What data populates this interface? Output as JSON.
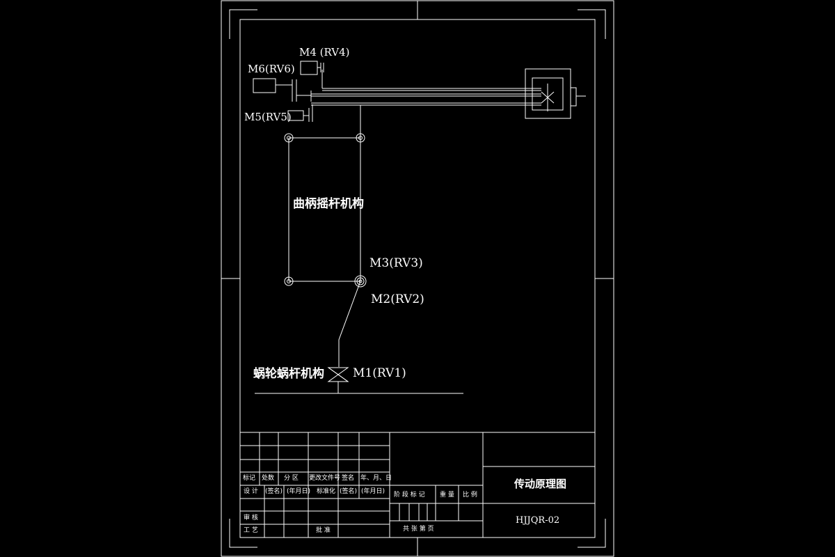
{
  "labels": {
    "m4": "M4 (RV4)",
    "m6": "M6(RV6)",
    "m5": "M5(RV5)",
    "crank_rocker": "曲柄摇杆机构",
    "m3": "M3(RV3)",
    "m2": "M2(RV2)",
    "worm_gear": "蜗轮蜗杆机构",
    "m1": "M1(RV1)"
  },
  "title_block": {
    "hdr_mark": "标记",
    "hdr_count": "处数",
    "hdr_zone": "分 区",
    "hdr_doc": "更改文件号",
    "hdr_sign": "签名",
    "hdr_date": "年、月、日",
    "design": "设 计",
    "design_sign": "(签名)",
    "design_date": "(年月日)",
    "standardize": "标准化",
    "std_sign": "(签名)",
    "std_date": "(年月日)",
    "stage_mark": "阶 段 标 记",
    "weight": "重 量",
    "scale": "比 例",
    "review": "审 核",
    "process": "工 艺",
    "approve": "批 准",
    "sheets": "共   张   第   页",
    "drawing_title": "传动原理图",
    "drawing_code": "HJJQR-02"
  }
}
